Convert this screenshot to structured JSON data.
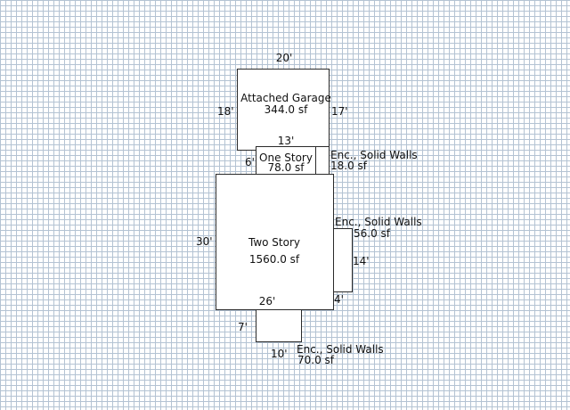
{
  "areas": {
    "garage": {
      "label": "Attached Garage",
      "area": "344.0 sf",
      "dim_top": "20'",
      "dim_left": "18'",
      "dim_right": "17'"
    },
    "one_story": {
      "label": "One Story",
      "area": "78.0 sf",
      "dim_top": "13'",
      "dim_left": "6'"
    },
    "enc_top": {
      "label": "Enc., Solid Walls",
      "area": "18.0 sf"
    },
    "two_story": {
      "label": "Two Story",
      "area": "1560.0 sf",
      "dim_left": "30'",
      "dim_bottom": "26'"
    },
    "enc_right": {
      "label": "Enc., Solid Walls",
      "area": "56.0 sf",
      "dim_right": "14'",
      "dim_bottom": "4'"
    },
    "enc_bottom": {
      "label": "Enc., Solid Walls",
      "area": "70.0 sf",
      "dim_left": "7'",
      "dim_bottom": "10'"
    }
  },
  "colors": {
    "grid": "#b4c3d3",
    "outline": "#2a2a2a",
    "fill": "#ffffff"
  }
}
